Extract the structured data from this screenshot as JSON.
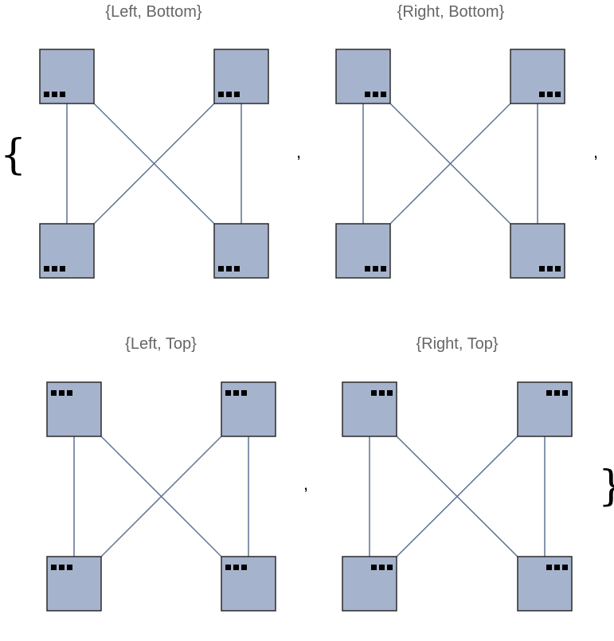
{
  "braces": {
    "open": "{",
    "close": "}"
  },
  "separator": ",",
  "colors": {
    "node_fill": "#a5b3cd",
    "node_stroke": "#2b2b2b",
    "edge": "#5b7292",
    "dot": "#000000",
    "title": "#666666"
  },
  "panels": [
    {
      "title": "{Left, Bottom}",
      "dots_vertical": "bottom",
      "dots_horizontal": "left"
    },
    {
      "title": "{Right, Bottom}",
      "dots_vertical": "bottom",
      "dots_horizontal": "right"
    },
    {
      "title": "{Left, Top}",
      "dots_vertical": "top",
      "dots_horizontal": "left"
    },
    {
      "title": "{Right, Top}",
      "dots_vertical": "top",
      "dots_horizontal": "right"
    }
  ],
  "graph": {
    "nodes": [
      "top-left",
      "top-right",
      "bottom-left",
      "bottom-right"
    ],
    "edges": [
      [
        "top-left",
        "bottom-left"
      ],
      [
        "top-left",
        "bottom-right"
      ],
      [
        "top-right",
        "bottom-left"
      ],
      [
        "top-right",
        "bottom-right"
      ]
    ],
    "node_icon": "ellipsis-dots-icon"
  }
}
